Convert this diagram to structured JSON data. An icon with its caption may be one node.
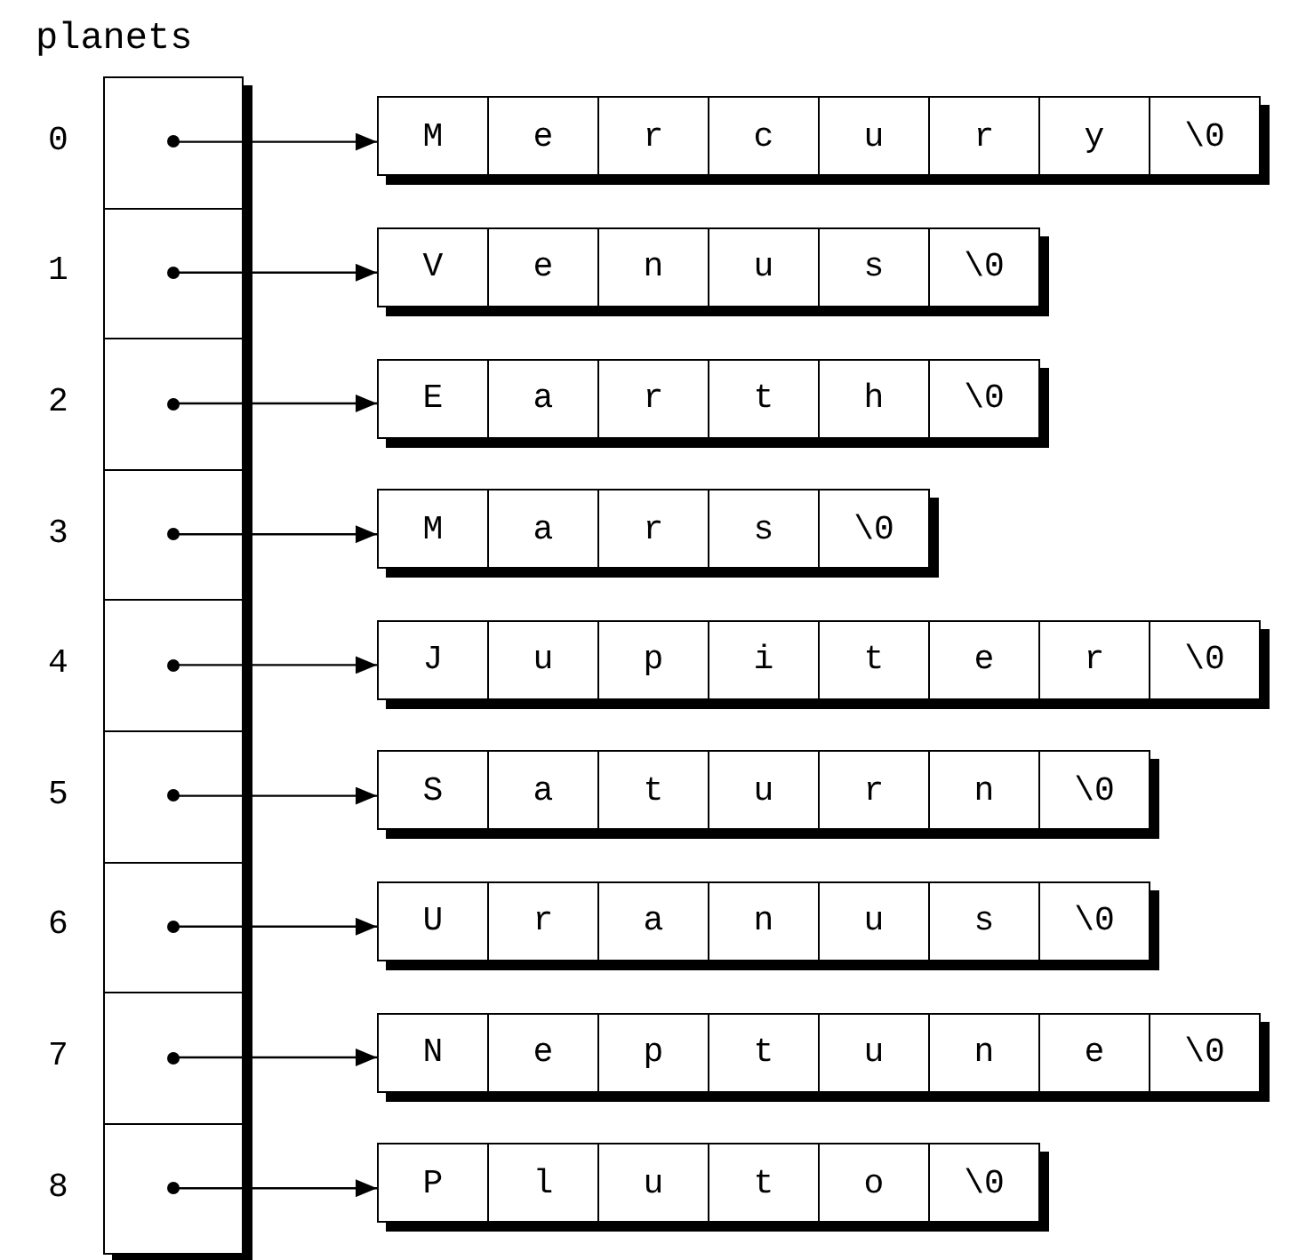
{
  "diagram": {
    "nodes": [
      {
        "text": [],
        "shape": "circle"
      },
      {
        "text": [],
        "shape": "circle"
      },
      {
        "text": [],
        "shape": "circle"
      },
      {
        "text": [],
        "shape": "circle"
      },
      {
        "text": [],
        "shape": "circle"
      },
      {
        "text": [],
        "shape": "circle"
      },
      {
        "text": [],
        "shape": "circle"
      },
      {
        "text": [],
        "shape": "circle"
      },
      {
        "text": [],
        "shape": "circle"
      },
      {
        "text": [
          "M",
          "e",
          "r",
          "c",
          "u",
          "r",
          "y",
          "\\0"
        ]
      },
      {
        "text": [
          "V",
          "e",
          "n",
          "u",
          "s",
          "\\0"
        ]
      },
      {
        "text": [
          "E",
          "a",
          "r",
          "t",
          "h",
          "\\0"
        ]
      },
      {
        "text": [
          "M",
          "a",
          "r",
          "s",
          "\\0"
        ]
      },
      {
        "text": [
          "J",
          "u",
          "p",
          "i",
          "t",
          "e",
          "r",
          "\\0"
        ]
      },
      {
        "text": [
          "S",
          "a",
          "t",
          "u",
          "r",
          "n",
          "\\0"
        ]
      },
      {
        "text": [
          "U",
          "r",
          "a",
          "n",
          "u",
          "s",
          "\\0"
        ]
      },
      {
        "text": [
          "N",
          "e",
          "p",
          "t",
          "u",
          "n",
          "e",
          "\\0"
        ]
      },
      {
        "text": [
          "P",
          "l",
          "u",
          "t",
          "o",
          "\\0"
        ]
      }
    ],
    "edges": [
      {
        "from": 0,
        "to": 9,
        "arrow": "to"
      },
      {
        "from": 1,
        "to": 10,
        "arrow": "to"
      },
      {
        "from": 2,
        "to": 11,
        "arrow": "to"
      },
      {
        "from": 3,
        "to": 12,
        "arrow": "to"
      },
      {
        "from": 4,
        "to": 13,
        "arrow": "to"
      },
      {
        "from": 5,
        "to": 14,
        "arrow": "to"
      },
      {
        "from": 6,
        "to": 15,
        "arrow": "to"
      },
      {
        "from": 7,
        "to": 16,
        "arrow": "to"
      },
      {
        "from": 8,
        "to": 17,
        "arrow": "to"
      }
    ],
    "labels": [
      "planets",
      "0",
      "1",
      "2",
      "3",
      "4",
      "5",
      "6",
      "7",
      "8"
    ]
  }
}
